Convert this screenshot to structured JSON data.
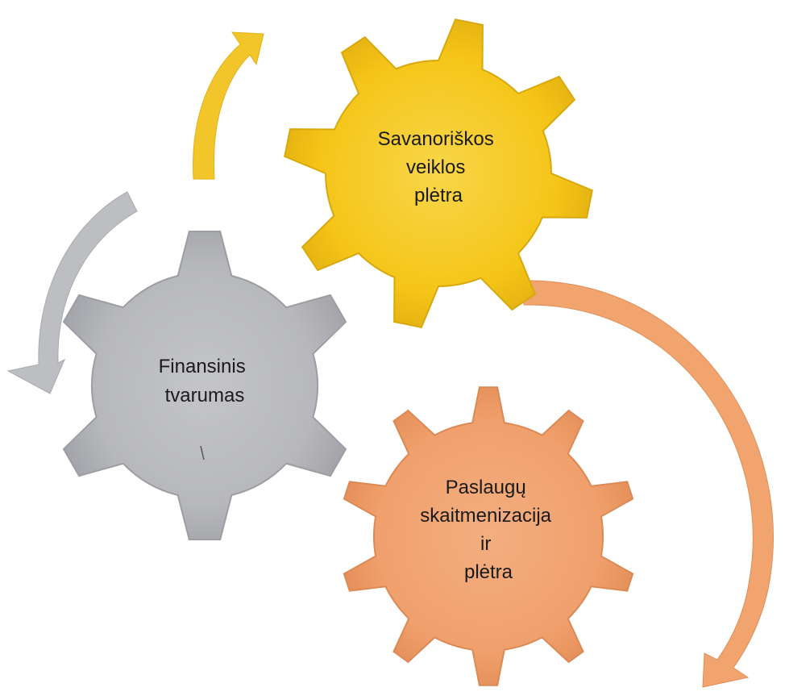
{
  "diagram": {
    "type": "gear-cycle",
    "gears": [
      {
        "id": "savanoriskos",
        "lines": [
          "Savanoriškos",
          "veiklos",
          "plėtra"
        ],
        "color": "#F5C518",
        "color_light": "#FBE27A",
        "color_dark": "#D9A80C"
      },
      {
        "id": "finansinis",
        "lines": [
          "Finansinis",
          "tvarumas"
        ],
        "color": "#B7B8BC",
        "color_light": "#D6D7DA",
        "color_dark": "#9A9BA0"
      },
      {
        "id": "paslaugu",
        "lines": [
          "Paslaugų",
          "skaitmenizacija",
          "ir",
          "plėtra"
        ],
        "color": "#F0A06C",
        "color_light": "#F7C29C",
        "color_dark": "#DF8650"
      }
    ],
    "arrows": [
      {
        "id": "arrow-yellow",
        "color": "#F2C62A"
      },
      {
        "id": "arrow-gray",
        "color": "#BDBEC2"
      },
      {
        "id": "arrow-orange",
        "color": "#F2A46E"
      }
    ]
  }
}
